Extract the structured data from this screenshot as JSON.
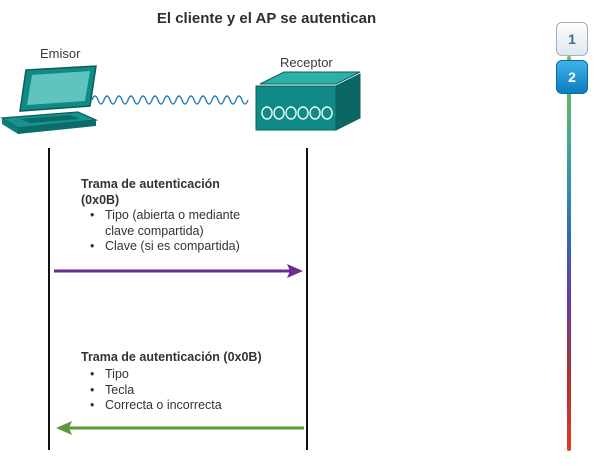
{
  "title": "El cliente y el AP se autentican",
  "devices": {
    "sender_label": "Emisor",
    "receiver_label": "Receptor"
  },
  "messages": [
    {
      "heading_line1": "Trama de autenticación",
      "heading_line2": "(0x0B)",
      "items": [
        "Tipo (abierta o mediante",
        "clave compartida)",
        "Clave (si es compartida)"
      ]
    },
    {
      "heading_line1": "Trama de autenticación (0x0B)",
      "items": [
        "Tipo",
        "Tecla",
        "Correcta o incorrecta"
      ]
    }
  ],
  "navigation": {
    "steps": [
      "1",
      "2"
    ],
    "active_step": 2
  },
  "colors": {
    "arrow_request": "#6a2c8e",
    "arrow_response": "#5a9a3a",
    "device_teal": "#0f8a86",
    "device_teal_dark": "#0a5f5c",
    "antenna_wave": "#2a7fb8"
  }
}
